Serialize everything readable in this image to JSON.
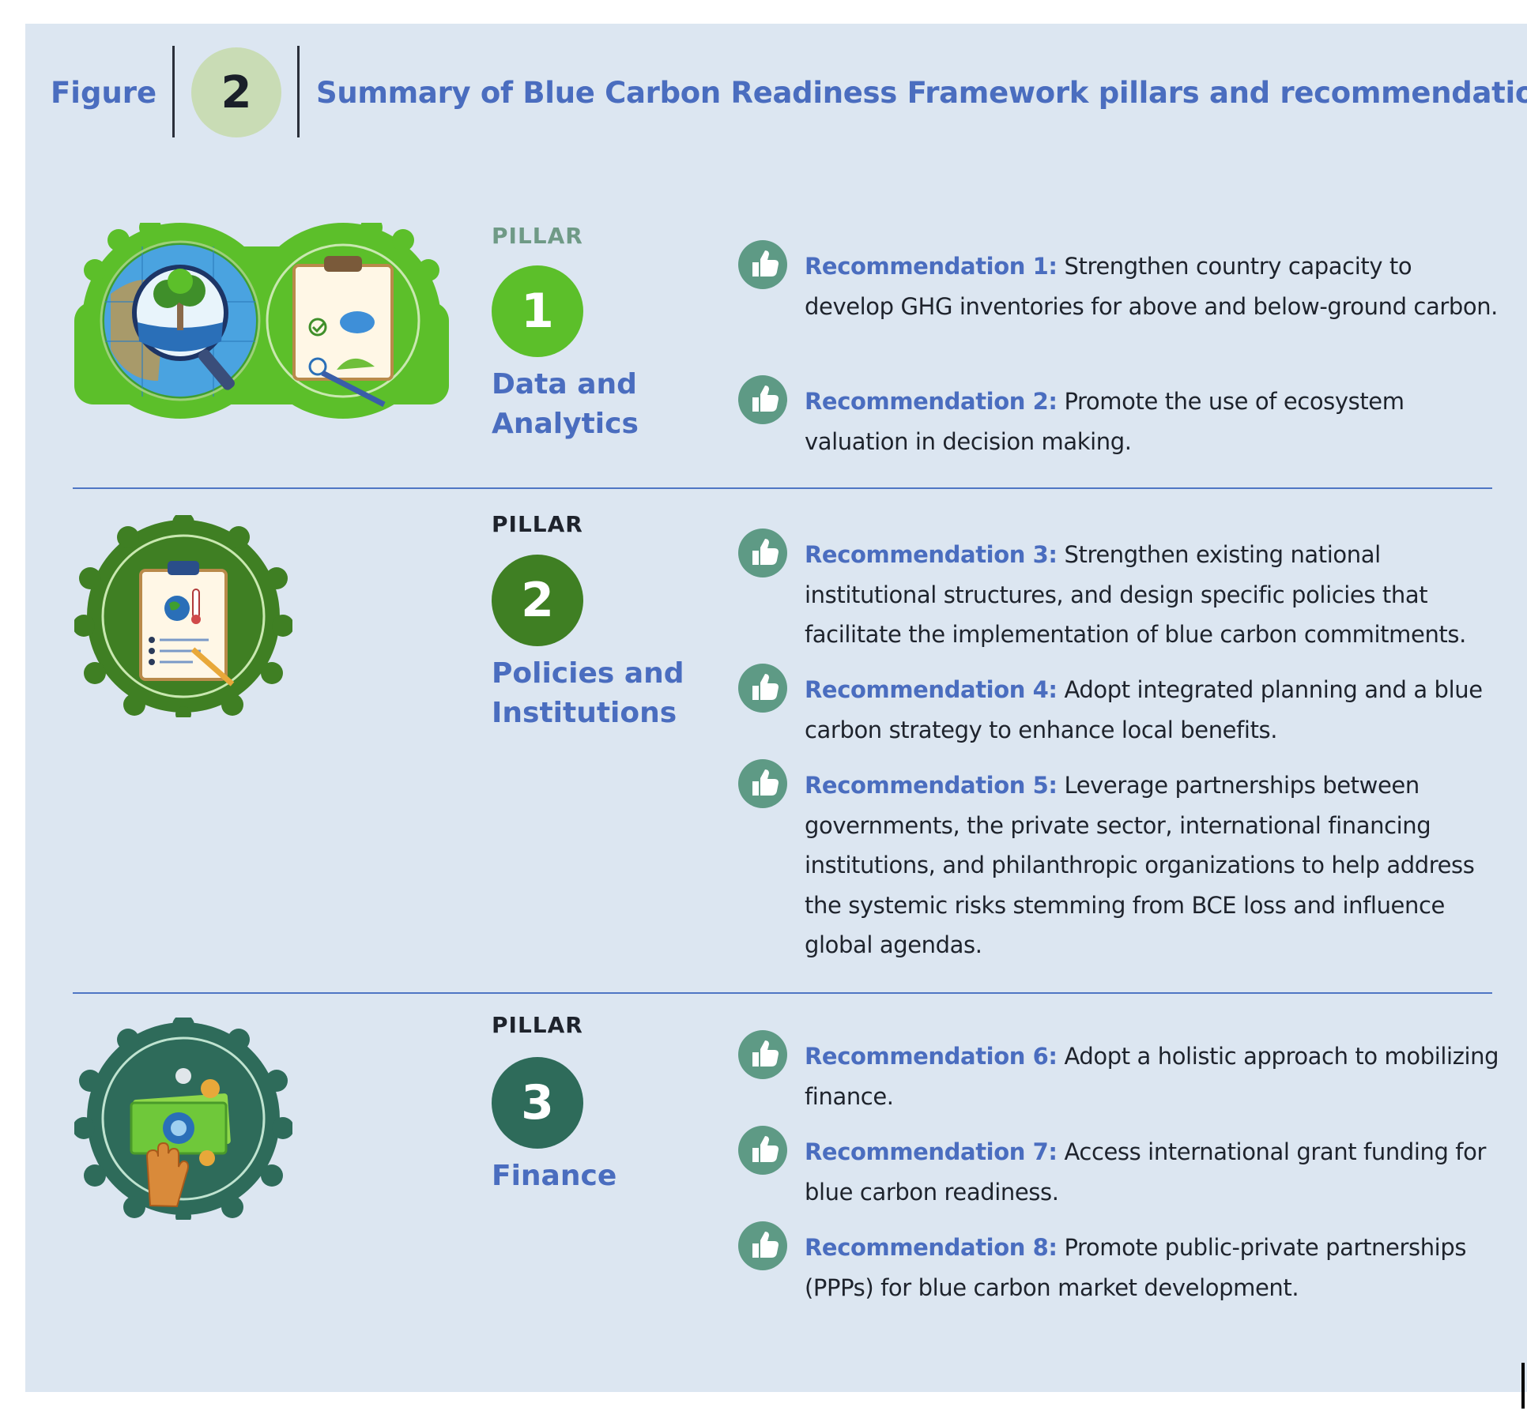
{
  "header": {
    "figure_label": "Figure",
    "figure_number": "2",
    "title": "Summary of Blue Carbon Readiness Framework pillars and recommendations"
  },
  "pillars": [
    {
      "word": "PILLAR",
      "number": "1",
      "name_line1": "Data and",
      "name_line2": "Analytics",
      "color": "#5cbf2a",
      "word_color": "#6f9a86",
      "recommendations": [
        {
          "label": "Recommendation 1:",
          "text": "Strengthen country capacity to develop GHG inventories for above and below-ground carbon."
        },
        {
          "label": "Recommendation 2:",
          "text": "Promote the use of ecosystem valuation in decision making."
        }
      ]
    },
    {
      "word": "PILLAR",
      "number": "2",
      "name_line1": "Policies and",
      "name_line2": "Institutions",
      "color": "#3f7f23",
      "word_color": "#1e232c",
      "recommendations": [
        {
          "label": "Recommendation 3:",
          "text": "Strengthen existing national institutional structures, and design specific policies that facilitate the implementation of blue carbon commitments."
        },
        {
          "label": "Recommendation 4:",
          "text": "Adopt integrated planning and a blue carbon strategy to enhance local benefits."
        },
        {
          "label": "Recommendation 5:",
          "text": "Leverage partnerships between governments, the private sector, international financing institutions, and philanthropic organizations to help address the systemic risks stemming from BCE loss and influence global agendas."
        }
      ]
    },
    {
      "word": "PILLAR",
      "number": "3",
      "name_line1": "Finance",
      "name_line2": "",
      "color": "#2e6b5a",
      "word_color": "#1e232c",
      "recommendations": [
        {
          "label": "Recommendation 6:",
          "text": "Adopt a holistic approach to mobilizing finance."
        },
        {
          "label": "Recommendation 7:",
          "text": "Access international grant funding for blue carbon readiness."
        },
        {
          "label": "Recommendation 8:",
          "text": "Promote public-private partnerships (PPPs) for blue carbon market development."
        }
      ]
    }
  ],
  "icons": {
    "recommendation": "thumbs-up-icon",
    "pillar1_left": "magnifier-mangrove-icon",
    "pillar1_right": "clipboard-checklist-icon",
    "pillar2": "clipboard-climate-icon",
    "pillar3": "hand-money-icon"
  },
  "colors": {
    "accent_blue": "#4a6dbf",
    "background": "#dce6f1",
    "recommendation_icon": "#5e9a85"
  }
}
